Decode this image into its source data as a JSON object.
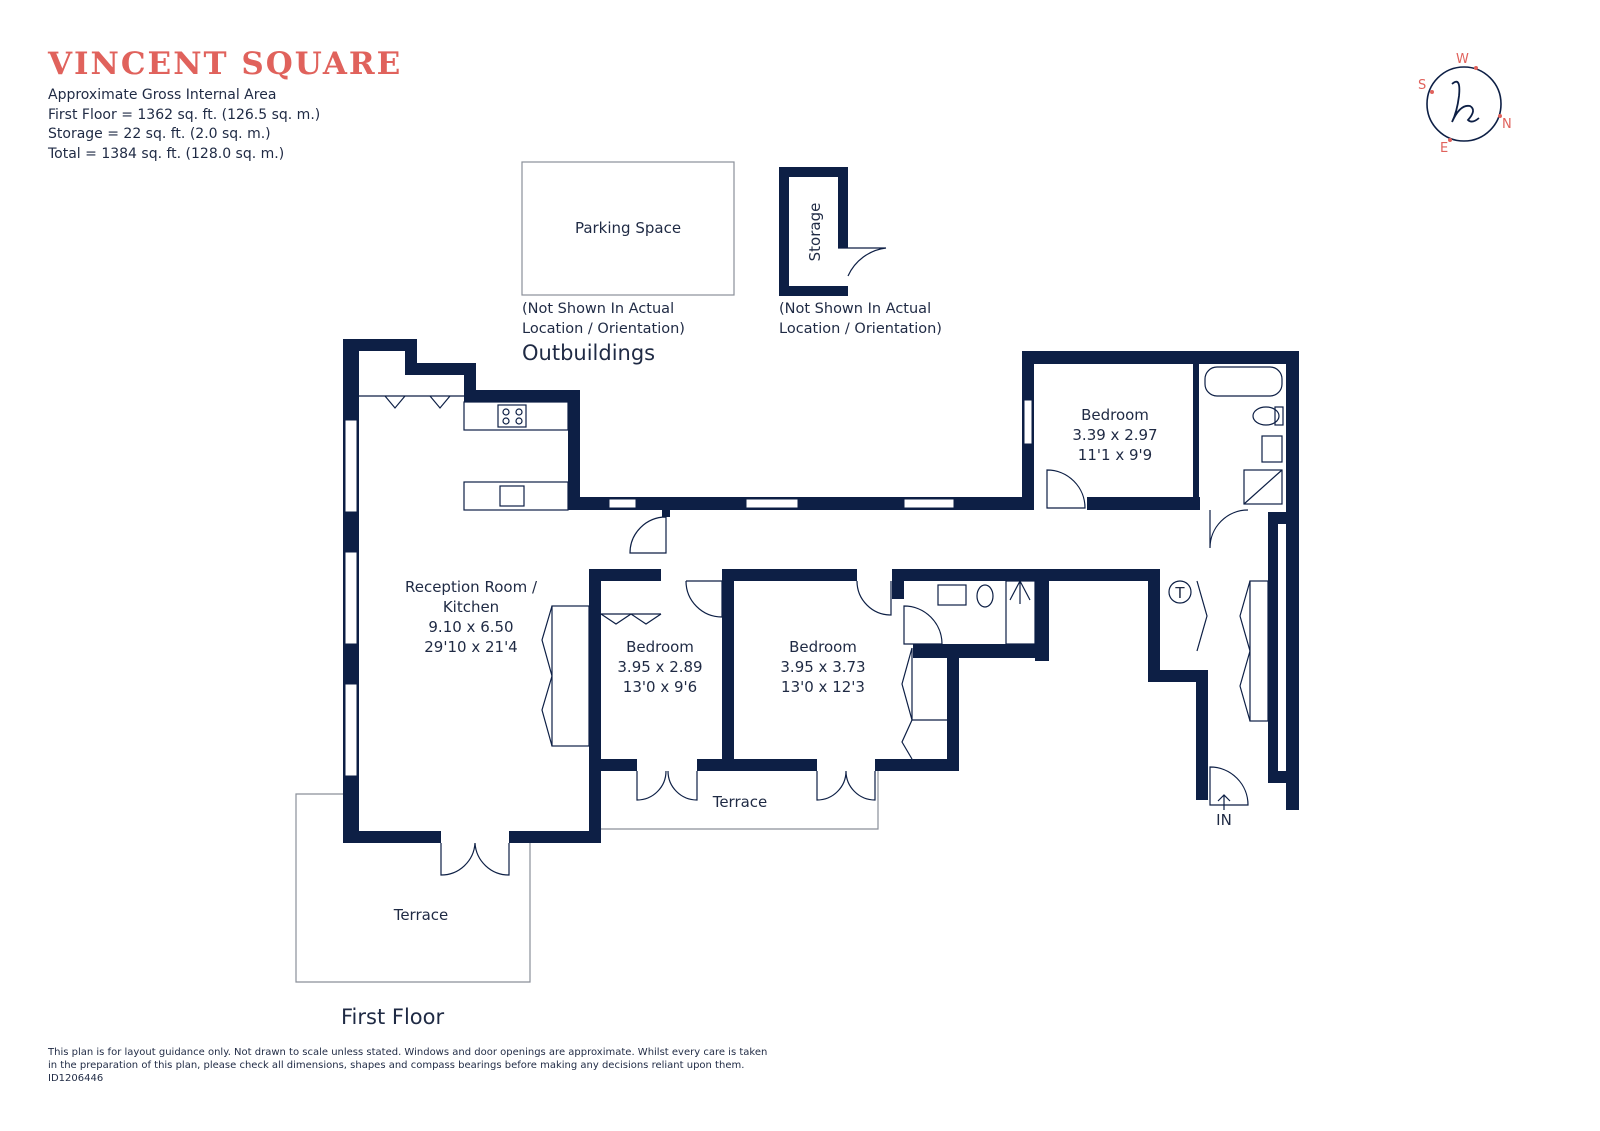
{
  "header": {
    "title": "VINCENT SQUARE",
    "subtitle": "Approximate Gross Internal Area",
    "areas": [
      "First Floor = 1362 sq. ft. (126.5 sq. m.)",
      "Storage = 22 sq. ft. (2.0 sq. m.)",
      "Total = 1384 sq. ft. (128.0 sq. m.)"
    ]
  },
  "compass": {
    "letters": [
      "S",
      "W",
      "N",
      "E"
    ],
    "logo": "h"
  },
  "outbuildings": {
    "parking": "Parking Space",
    "storage": "Storage",
    "note_parking": [
      "(Not Shown In Actual",
      "Location / Orientation)"
    ],
    "note_storage": [
      "(Not Shown In Actual",
      "Location / Orientation)"
    ],
    "heading": "Outbuildings"
  },
  "rooms": {
    "reception": [
      "Reception Room /",
      "Kitchen",
      "9.10 x 6.50",
      "29'10 x 21'4"
    ],
    "bedroom_top": [
      "Bedroom",
      "3.39 x 2.97",
      "11'1 x 9'9"
    ],
    "bedroom_mid": [
      "Bedroom",
      "3.95 x 2.89",
      "13'0 x 9'6"
    ],
    "bedroom_right": [
      "Bedroom",
      "3.95 x 3.73",
      "13'0 x 12'3"
    ],
    "terrace_main": "Terrace",
    "terrace_bedrooms": "Terrace",
    "tank": "T",
    "entrance": "IN"
  },
  "floor_label": "First Floor",
  "disclaimer": [
    "This plan is for layout guidance only. Not drawn to scale unless stated. Windows and door openings are approximate. Whilst every care is taken",
    "in the preparation of this plan, please check all dimensions, shapes and compass bearings before making any decisions reliant upon them.",
    "ID1206446"
  ],
  "colors": {
    "wall": "#0d1f45",
    "accent": "#e0625c",
    "text": "#1f2a44"
  }
}
